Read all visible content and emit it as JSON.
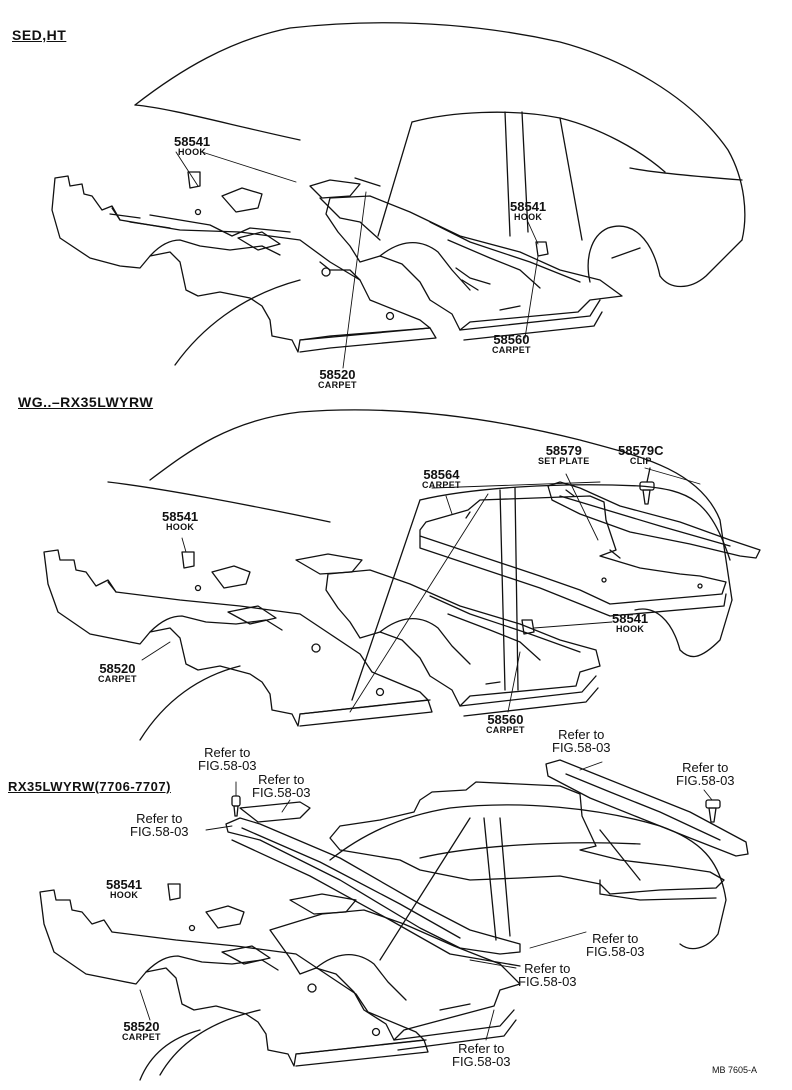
{
  "sections": {
    "sed": "SED,HT",
    "wg": "WG..–RX35LWYRW",
    "rx": "RX35LWYRW(7706-7707)"
  },
  "callouts": {
    "s1_hook": {
      "part": "58541",
      "desc": "HOOK"
    },
    "s1_hook2": {
      "part": "58541",
      "desc": "HOOK"
    },
    "s1_carpet_rear": {
      "part": "58560",
      "desc": "CARPET"
    },
    "s1_carpet_front": {
      "part": "58520",
      "desc": "CARPET"
    },
    "s2_hook": {
      "part": "58541",
      "desc": "HOOK"
    },
    "s2_carpet_front": {
      "part": "58520",
      "desc": "CARPET"
    },
    "s2_carpet_cargo": {
      "part": "58564",
      "desc": "CARPET"
    },
    "s2_set_plate": {
      "part": "58579",
      "desc": "SET PLATE"
    },
    "s2_clip": {
      "part": "58579C",
      "desc": "CLIP"
    },
    "s2_hook2": {
      "part": "58541",
      "desc": "HOOK"
    },
    "s2_carpet_rear": {
      "part": "58560",
      "desc": "CARPET"
    },
    "s3_hook": {
      "part": "58541",
      "desc": "HOOK"
    },
    "s3_carpet_front": {
      "part": "58520",
      "desc": "CARPET"
    }
  },
  "refer": {
    "r1": {
      "l1": "Refer to",
      "l2": "FIG.58-03"
    },
    "r2": {
      "l1": "Refer to",
      "l2": "FIG.58-03"
    },
    "r3": {
      "l1": "Refer to",
      "l2": "FIG.58-03"
    },
    "r4": {
      "l1": "Refer to",
      "l2": "FIG.58-03"
    },
    "r5": {
      "l1": "Refer to",
      "l2": "FIG.58-03"
    },
    "r6": {
      "l1": "Refer to",
      "l2": "FIG.58-03"
    },
    "r7": {
      "l1": "Refer to",
      "l2": "FIG.58-03"
    },
    "r8": {
      "l1": "Refer to",
      "l2": "FIG.58-03"
    }
  },
  "footer": {
    "code": "MB 7605-A"
  }
}
